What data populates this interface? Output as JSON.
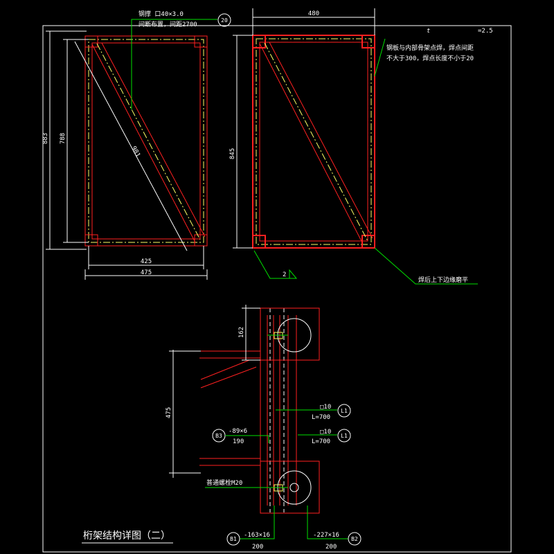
{
  "drawing": {
    "title": "桁架结构详图（二）",
    "colors": {
      "red": "#ff2020",
      "white": "#ffffff",
      "green": "#00e000",
      "yellow": "#ffff66",
      "bg": "#000000"
    }
  },
  "left_frame": {
    "dim_width_outer": "475",
    "dim_width_inner": "425",
    "dim_height_outer": "883",
    "dim_height_inner": "788",
    "dim_diagonal": "981",
    "note_line1": "钢撑 口40×3.0",
    "note_line2": "间断布置，间距2700",
    "callout": "20"
  },
  "right_frame": {
    "dim_width": "480",
    "dim_height": "845",
    "t_label": "t",
    "t_value": "=2.5",
    "note_line1": "钢板与内部骨架点焊，焊点间距",
    "note_line2": "不大于300，焊点长度不小于20",
    "weld_value": "2",
    "grind_note": "焊后上下边缘磨平"
  },
  "section": {
    "dim_top": "162",
    "dim_mid": "475",
    "ref_l1_a": {
      "profile": "□10",
      "length": "L=700",
      "tag": "L1"
    },
    "ref_l1_b": {
      "profile": "□10",
      "length": "L=700",
      "tag": "L1"
    },
    "ref_b3": {
      "spec": "-89×6",
      "len": "190",
      "tag": "B3"
    },
    "bolt": "普通螺栓M20",
    "ref_b1": {
      "spec": "-163×16",
      "len": "200",
      "tag": "B1"
    },
    "ref_b2": {
      "spec": "-227×16",
      "len": "200",
      "tag": "B2"
    }
  }
}
